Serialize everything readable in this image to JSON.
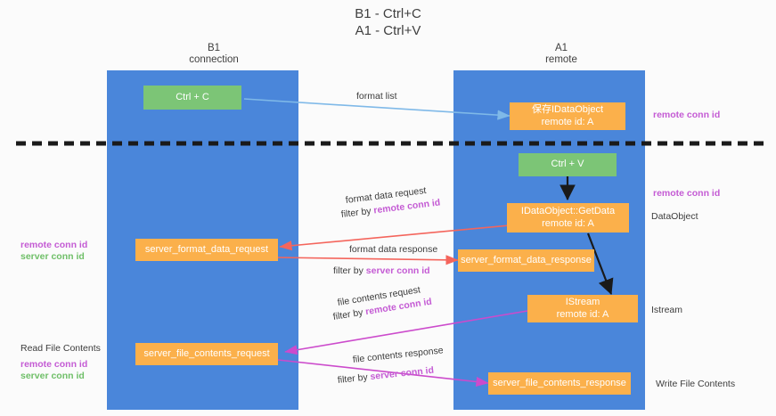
{
  "title": {
    "line1": "B1 - Ctrl+C",
    "line2": "A1 - Ctrl+V"
  },
  "columns": {
    "left": {
      "name": "B1",
      "role": "connection"
    },
    "right": {
      "name": "A1",
      "role": "remote"
    }
  },
  "boxes": {
    "ctrl_c": "Ctrl + C",
    "ctrl_v": "Ctrl + V",
    "idataobject_title": "保存IDataObject",
    "idataobject_sub": "remote id: A",
    "getdata_title": "IDataObject::GetData",
    "getdata_sub": "remote id: A",
    "istream_title": "IStream",
    "istream_sub": "remote id: A",
    "server_format_data_request": "server_format_data_request",
    "server_format_data_response": "server_format_data_response",
    "server_file_contents_request": "server_file_contents_request",
    "server_file_contents_response": "server_file_contents_response"
  },
  "arrow_labels": {
    "format_list": "format list",
    "format_data_request": "format data request",
    "format_data_request_filter_prefix": "filter by ",
    "format_data_request_filter_key": "remote conn id",
    "format_data_response": "format data response",
    "format_data_response_filter_prefix": "filter by ",
    "format_data_response_filter_key": "server conn id",
    "file_contents_request": "file contents request",
    "file_contents_request_filter_prefix": "filter by ",
    "file_contents_request_filter_key": "remote conn id",
    "file_contents_response": "file contents response",
    "file_contents_response_filter_prefix": "filter by ",
    "file_contents_response_filter_key": "server conn id"
  },
  "annotations": {
    "right_remote_conn_id_top": "remote conn id",
    "right_remote_conn_id_mid": "remote conn id",
    "right_dataobject": "DataObject",
    "right_istream": "Istream",
    "right_write_file_contents": "Write File Contents",
    "left_remote_conn_id_mid": "remote conn id",
    "left_server_conn_id_mid": "server conn id",
    "left_read_file_contents": "Read File Contents",
    "left_remote_conn_id_bottom": "remote conn id",
    "left_server_conn_id_bottom": "server conn id"
  },
  "colors": {
    "lane": "#4a86da",
    "green_box": "#7cc576",
    "orange_box": "#fbb04b",
    "purple_text": "#c45bd4",
    "green_text": "#6fbf68",
    "arrow_blue": "#7fb9e8",
    "arrow_red": "#f4655c",
    "arrow_magenta": "#cc4bcc",
    "arrow_black": "#1a1a1a",
    "divider": "#1a1a1a",
    "background": "#fbfbfb"
  }
}
